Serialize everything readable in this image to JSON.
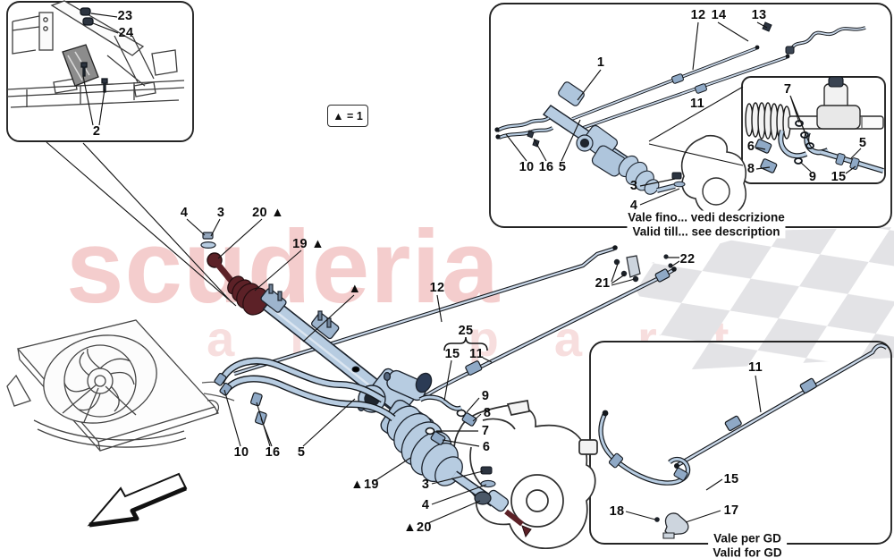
{
  "legend": {
    "label": "▲ = 1"
  },
  "watermark": {
    "word": "scuderia",
    "sub": "car parts",
    "pink": "#f4cdcd",
    "sub_pink": "#f7dede",
    "checker_grey": "#e3e3e6"
  },
  "colors": {
    "part_blue": "#b7cce1",
    "pipe_blue": "#c9d7e8",
    "boot_maroon": "#5c2127",
    "outline": "#20262e"
  },
  "notes": {
    "valid_till_it": "Vale fino... vedi descrizione",
    "valid_till_en": "Valid till... see description",
    "valid_gd_it": "Vale per GD",
    "valid_gd_en": "Valid for GD"
  },
  "callouts": {
    "top_left": [
      "23",
      "24",
      "2"
    ],
    "top_right": [
      "12",
      "14",
      "13",
      "1",
      "11",
      "10",
      "16",
      "5",
      "3",
      "4"
    ],
    "detail": [
      "7",
      "6",
      "8",
      "9",
      "15",
      "5"
    ],
    "main": [
      "4",
      "3",
      "20 ▲",
      "19 ▲",
      "▲",
      "12",
      "25",
      "15",
      "11",
      "21",
      "22",
      "9",
      "8",
      "7",
      "6",
      "10",
      "16",
      "5",
      "▲19",
      "3",
      "4",
      "▲20"
    ],
    "bottom_right": [
      "11",
      "15",
      "18",
      "17"
    ]
  }
}
